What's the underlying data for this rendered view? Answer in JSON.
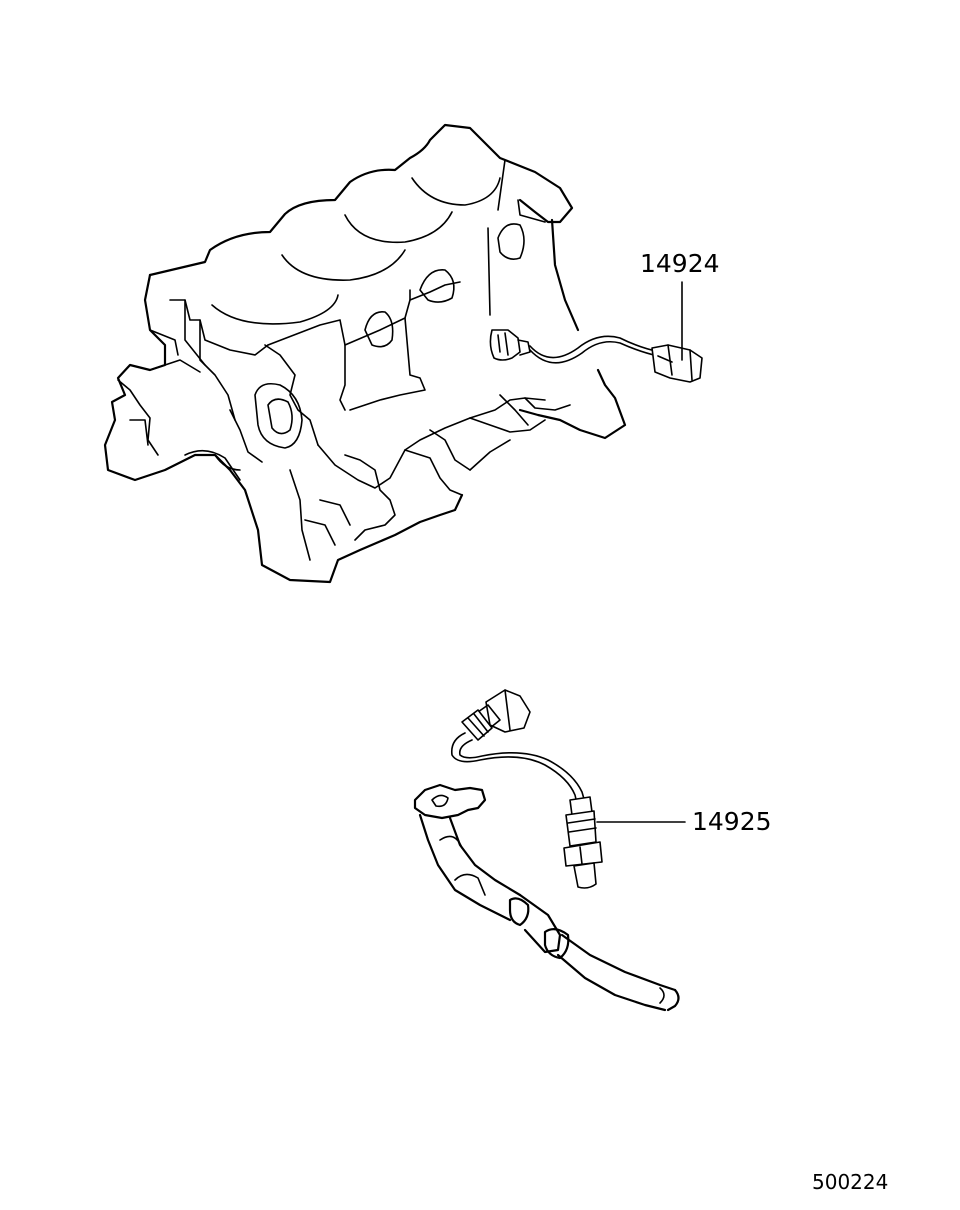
{
  "parts": [
    {
      "part_number": "14924"
    },
    {
      "part_number": "14925"
    }
  ],
  "figure_number": "500224",
  "colors": {
    "line": "#000000",
    "background": "#ffffff"
  }
}
